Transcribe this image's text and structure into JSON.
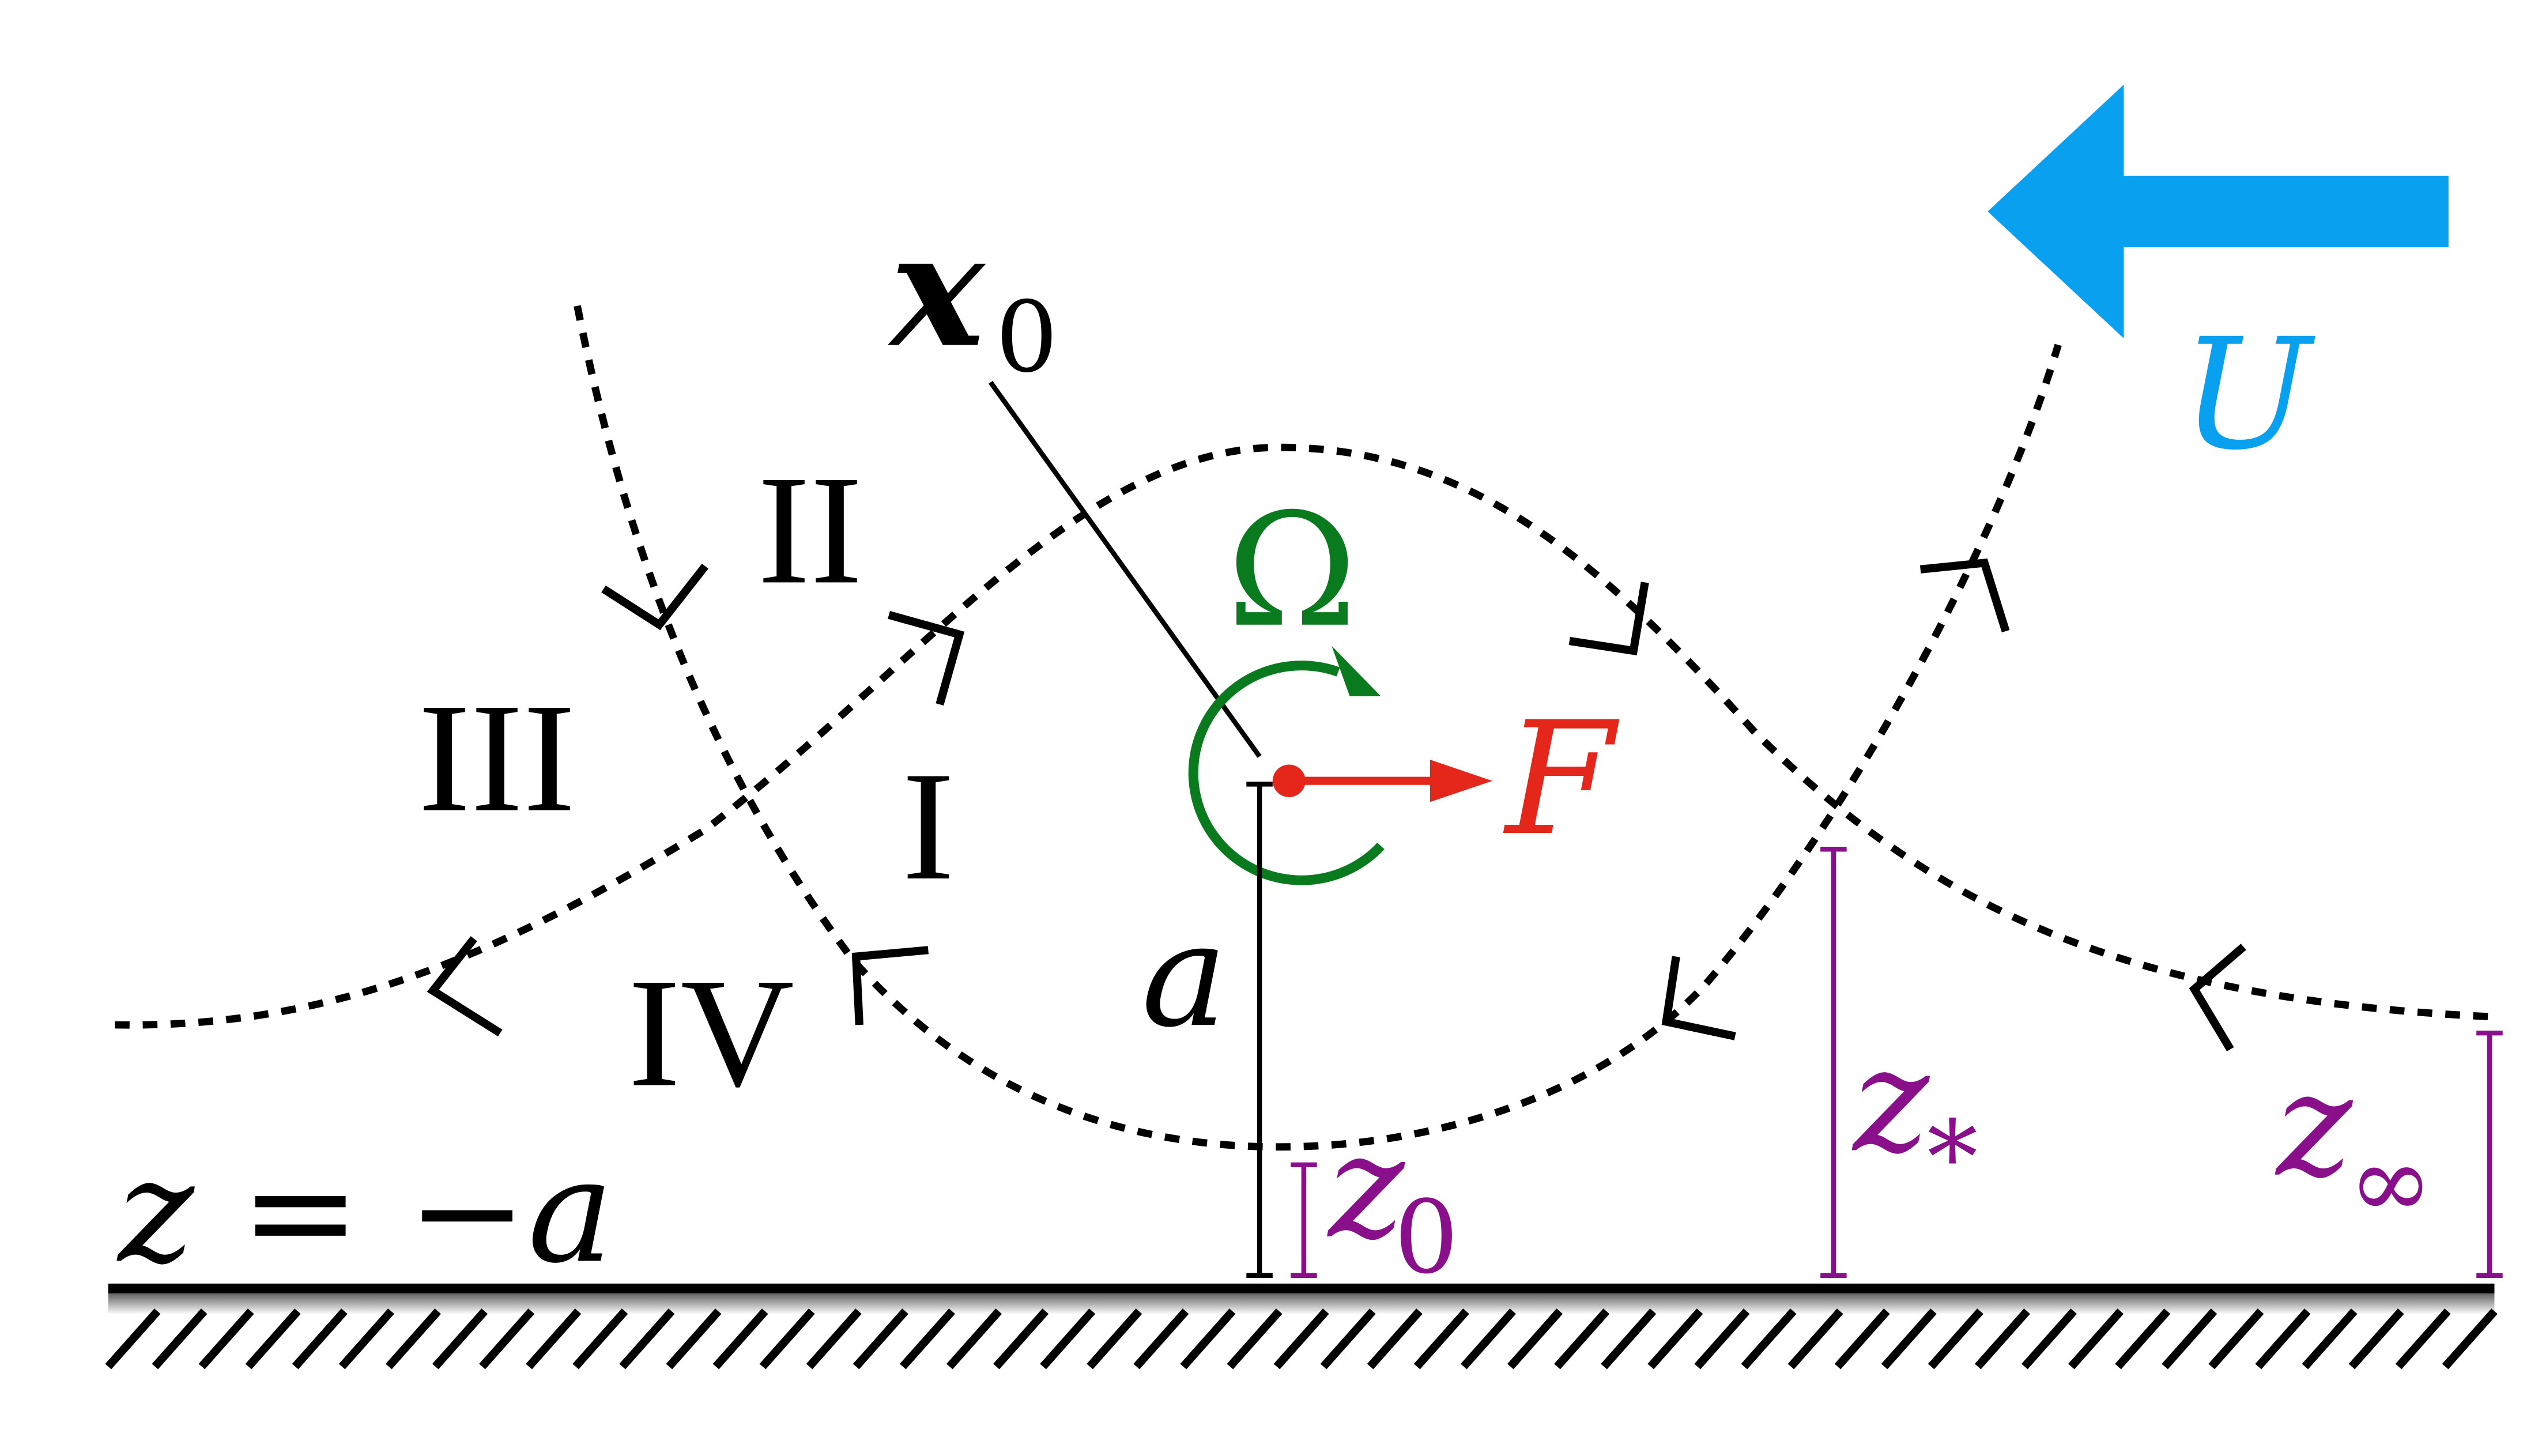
{
  "labels": {
    "x0": "x",
    "x0_sub": "0",
    "omega": "Ω",
    "force": "F",
    "flow": "U",
    "radius": "a",
    "region_I": "I",
    "region_II": "II",
    "region_III": "III",
    "region_IV": "IV",
    "wall": "z = −a",
    "z0": "z",
    "z0_sub": "0",
    "zstar": "z",
    "zstar_sub": "*",
    "zinf": "z",
    "zinf_sub": "∞"
  },
  "colors": {
    "black": "#000000",
    "omega": "#0a7a1f",
    "force": "#e5261a",
    "flow": "#0aa0f0",
    "heights": "#8a0f8a"
  }
}
